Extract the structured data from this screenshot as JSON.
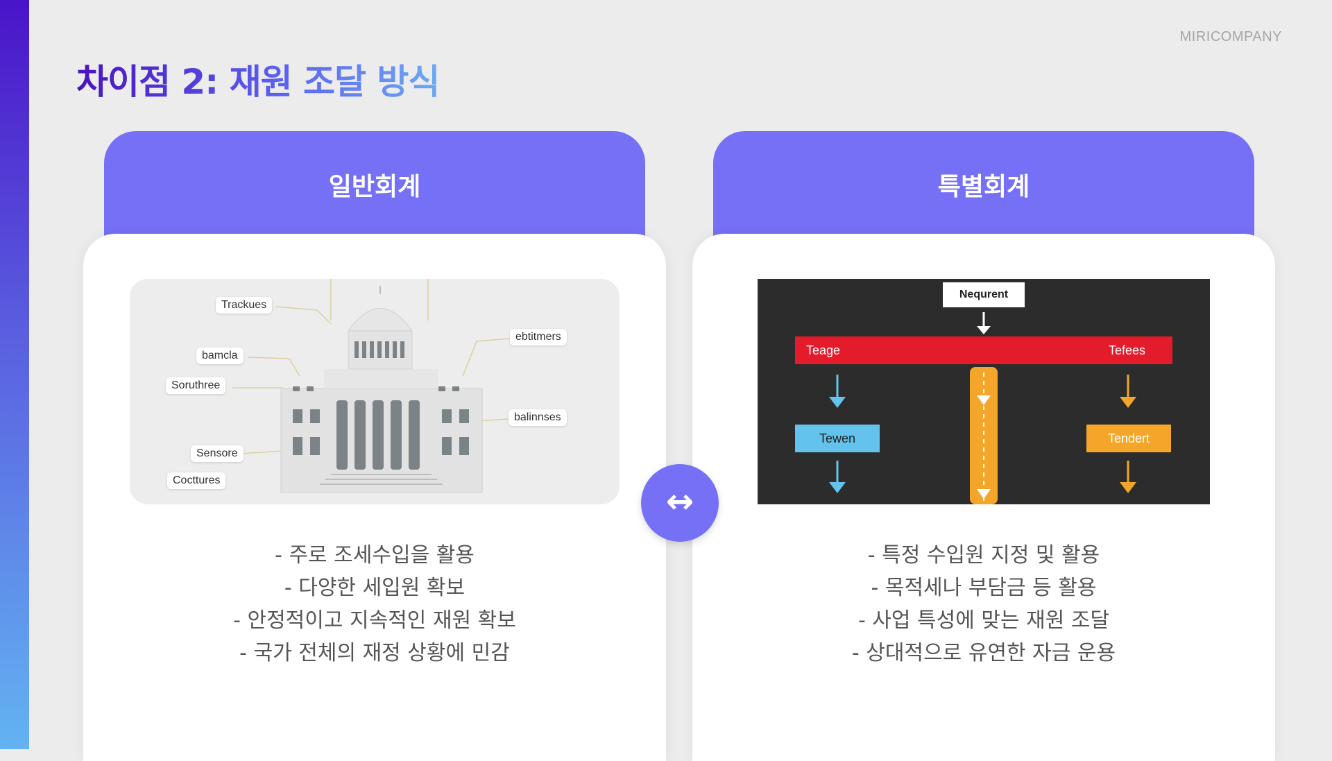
{
  "brand": "MIRICOMPANY",
  "title": "차이점 2: 재원 조달 방식",
  "left_card": {
    "header": "일반회계",
    "illustration_labels": [
      "Trackues",
      "bamcla",
      "Soruthree",
      "Sensore",
      "Cocttures",
      "ebtitmers",
      "balinnses"
    ],
    "bullets": [
      "- 주로 조세수입을 활용",
      "- 다양한 세입원 확보",
      "- 안정적이고 지속적인 재원 확보",
      "- 국가 전체의 재정 상황에 민감"
    ]
  },
  "right_card": {
    "header": "특별회계",
    "flow": {
      "top": "Nequrent",
      "bar_left": "Teage",
      "bar_right": "Tefees",
      "box_left": "Tewen",
      "box_right": "Tendert"
    },
    "bullets": [
      "- 특정 수입원 지정 및 활용",
      "- 목적세나 부담금 등 활용",
      "- 사업 특성에 맞는 재원 조달",
      "- 상대적으로 유연한 자금 운용"
    ]
  },
  "swap_icon": "left-right-arrow-icon",
  "swap_glyph": "↔",
  "colors": {
    "accent": "#7670f7",
    "title_gradient_start": "#4a12c0",
    "title_gradient_end": "#6ea9f4",
    "flow_red": "#e31b2b",
    "flow_blue": "#64c3ec",
    "flow_orange": "#f4a62a",
    "flow_bg": "#2c2c2c"
  }
}
